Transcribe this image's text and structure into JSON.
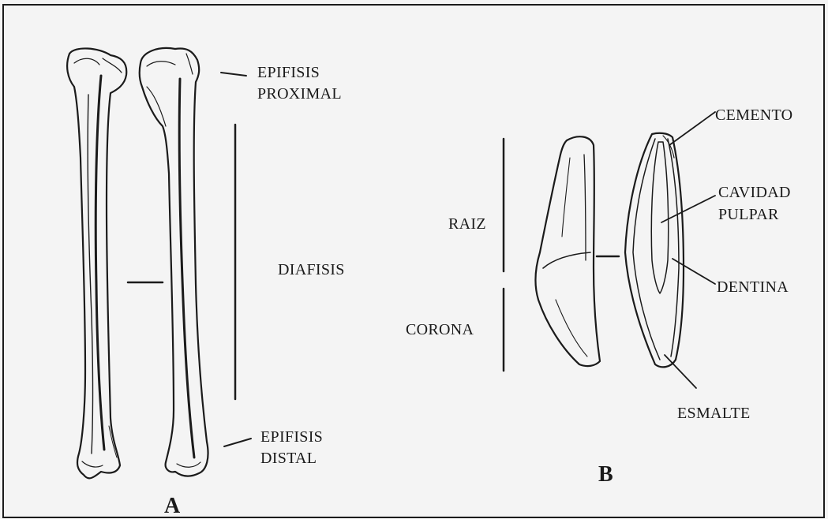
{
  "figure_a": {
    "panel_letter": "A",
    "labels": {
      "proximal_1": "EPIFISIS",
      "proximal_2": "PROXIMAL",
      "shaft": "DIAFISIS",
      "distal_1": "EPIFISIS",
      "distal_2": "DISTAL"
    }
  },
  "figure_b": {
    "panel_letter": "B",
    "labels": {
      "root": "RAIZ",
      "crown": "CORONA",
      "cement": "CEMENTO",
      "pulp_1": "CAVIDAD",
      "pulp_2": "PULPAR",
      "dentine": "DENTINA",
      "enamel": "ESMALTE"
    }
  },
  "colors": {
    "background": "#f4f4f4",
    "ink": "#1b1b1b"
  }
}
